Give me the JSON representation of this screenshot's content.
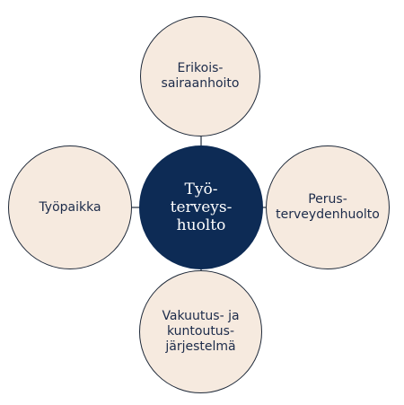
{
  "diagram": {
    "center": {
      "label": "Työ-\nterveys-\nhuolto"
    },
    "nodes": {
      "top": {
        "label": "Erikois-\nsairaanhoito"
      },
      "left": {
        "label": "Työpaikka"
      },
      "right": {
        "label": "Perus-\nterveydenhuolto"
      },
      "bottom": {
        "label": "Vakuutus- ja\nkuntoutus-\njärjestelmä"
      }
    },
    "colors": {
      "center_fill": "#0d2b55",
      "outer_fill": "#f6eadf",
      "outline": "#1f2a3a",
      "outer_text": "#1c2b4a",
      "center_text": "#ffffff"
    }
  }
}
